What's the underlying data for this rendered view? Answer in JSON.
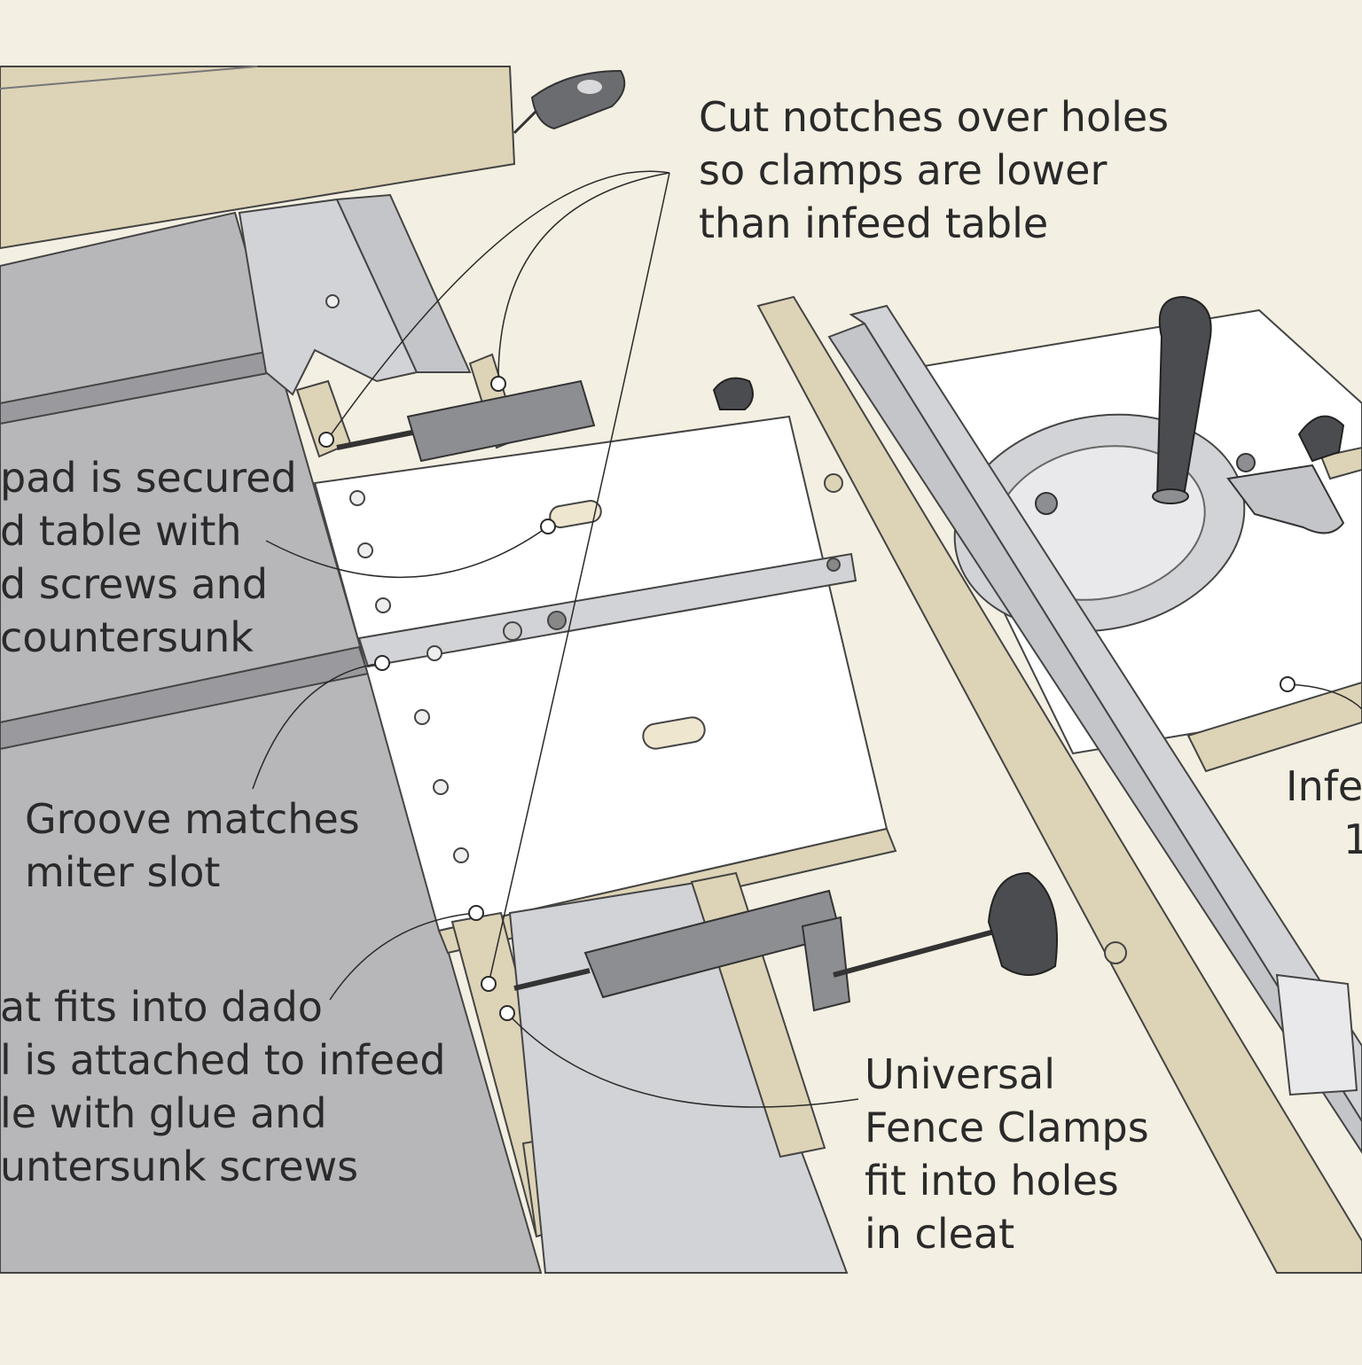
{
  "colors": {
    "background": "#f3efe2",
    "saw_table": "#b7b7ba",
    "fence_wood": "#ddd3b6",
    "infeed_top": "#ffffff",
    "metal": "#d2d3d6",
    "clamp": "#8d8e92",
    "knob": "#4b4c4f",
    "leader": "#2a2a2a"
  },
  "callouts": {
    "notches": [
      "Cut notches over holes",
      "so clamps are lower",
      "than infeed table"
    ],
    "pad": [
      "pad is secured",
      "d table with",
      "d screws and",
      "countersunk"
    ],
    "groove": [
      "Groove matches",
      "miter slot"
    ],
    "cleat": [
      "at fits into dado",
      "l is attached to infeed",
      "le with glue and",
      "untersunk screws"
    ],
    "clamps": [
      "Universal",
      "Fence Clamps",
      "fit into holes",
      "in cleat"
    ],
    "infeed": [
      "Infe",
      "1"
    ]
  }
}
